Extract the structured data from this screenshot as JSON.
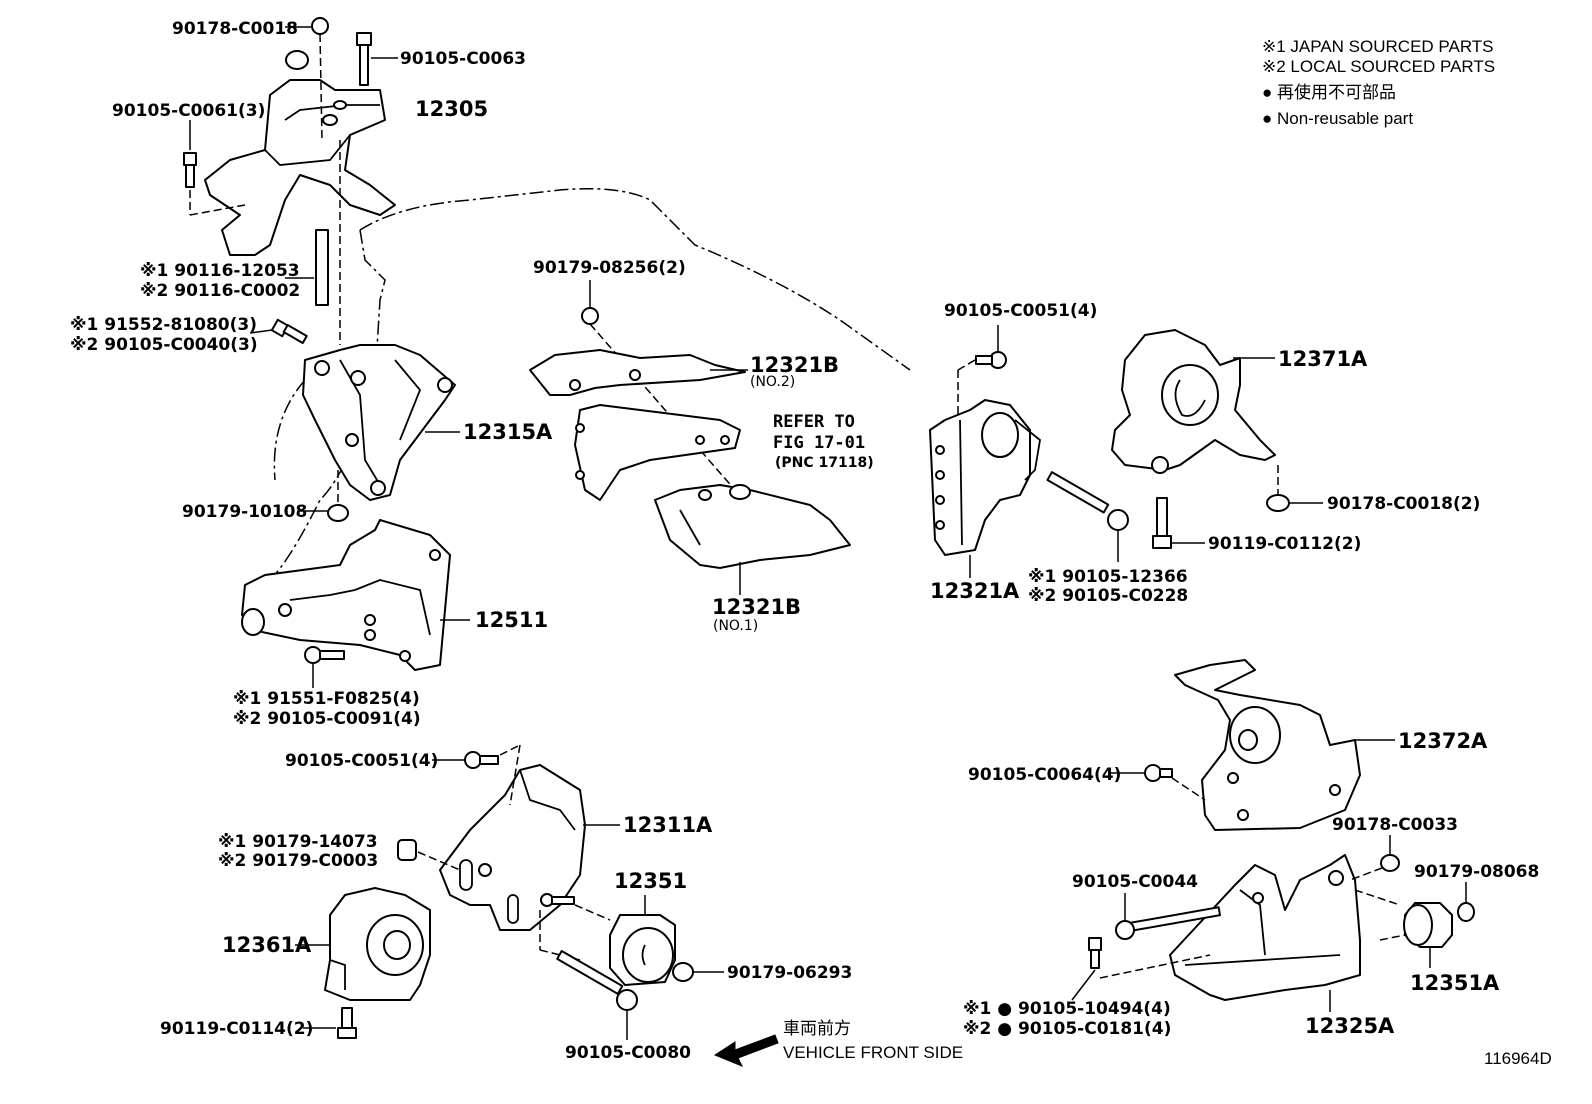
{
  "diagram_id": "116964D",
  "legend": {
    "japan_sourced": "※1 JAPAN SOURCED PARTS",
    "local_sourced": "※2 LOCAL SOURCED PARTS",
    "non_reusable_jp": "● 再使用不可部品",
    "non_reusable_en": "● Non-reusable part"
  },
  "reference": {
    "line1": "REFER TO",
    "line2": "FIG 17-01",
    "line3": "(PNC 17118)"
  },
  "front_side": {
    "jp": "車両前方",
    "en": "VEHICLE FRONT SIDE"
  },
  "labels": {
    "nut_90178_c0018": "90178-C0018",
    "bolt_90105_c0063": "90105-C0063",
    "bolt_90105_c0061": "90105-C0061(3)",
    "mount_12305": "12305",
    "stud_1": "※1 90116-12053",
    "stud_2": "※2 90116-C0002",
    "bolt_91552_1": "※1 91552-81080(3)",
    "bolt_91552_2": "※2 90105-C0040(3)",
    "bracket_12315a": "12315A",
    "nut_90179_10108": "90179-10108",
    "bracket_12511": "12511",
    "bolt_91551_1": "※1 91551-F0825(4)",
    "bolt_91551_2": "※2 90105-C0091(4)",
    "bolt_90105_c0051_left": "90105-C0051(4)",
    "bracket_12311a": "12311A",
    "nut_90179_14073_1": "※1 90179-14073",
    "nut_90179_14073_2": "※2 90179-C0003",
    "insulator_12351": "12351",
    "insulator_12361a": "12361A",
    "nut_90179_06293": "90179-06293",
    "bolt_90119_c0114": "90119-C0114(2)",
    "bolt_90105_c0080": "90105-C0080",
    "nut_90179_08256": "90179-08256(2)",
    "bracket_12321b_no2": "12321B",
    "no2": "(NO.2)",
    "bracket_12321b_no1": "12321B",
    "no1": "(NO.1)",
    "bolt_90105_c0051_right": "90105-C0051(4)",
    "bracket_12321a": "12321A",
    "bolt_90105_12366_1": "※1 90105-12366",
    "bolt_90105_12366_2": "※2 90105-C0228",
    "mount_12371a": "12371A",
    "nut_90178_c0018_2": "90178-C0018(2)",
    "bolt_90119_c0112": "90119-C0112(2)",
    "mount_12372a": "12372A",
    "bolt_90105_c0064": "90105-C0064(4)",
    "nut_90178_c0033": "90178-C0033",
    "nut_90179_08068": "90179-08068",
    "bolt_90105_c0044": "90105-C0044",
    "insulator_12351a": "12351A",
    "bolt_90105_10494_1": "※1 ● 90105-10494(4)",
    "bolt_90105_10494_2": "※2 ● 90105-C0181(4)",
    "bracket_12325a": "12325A"
  }
}
